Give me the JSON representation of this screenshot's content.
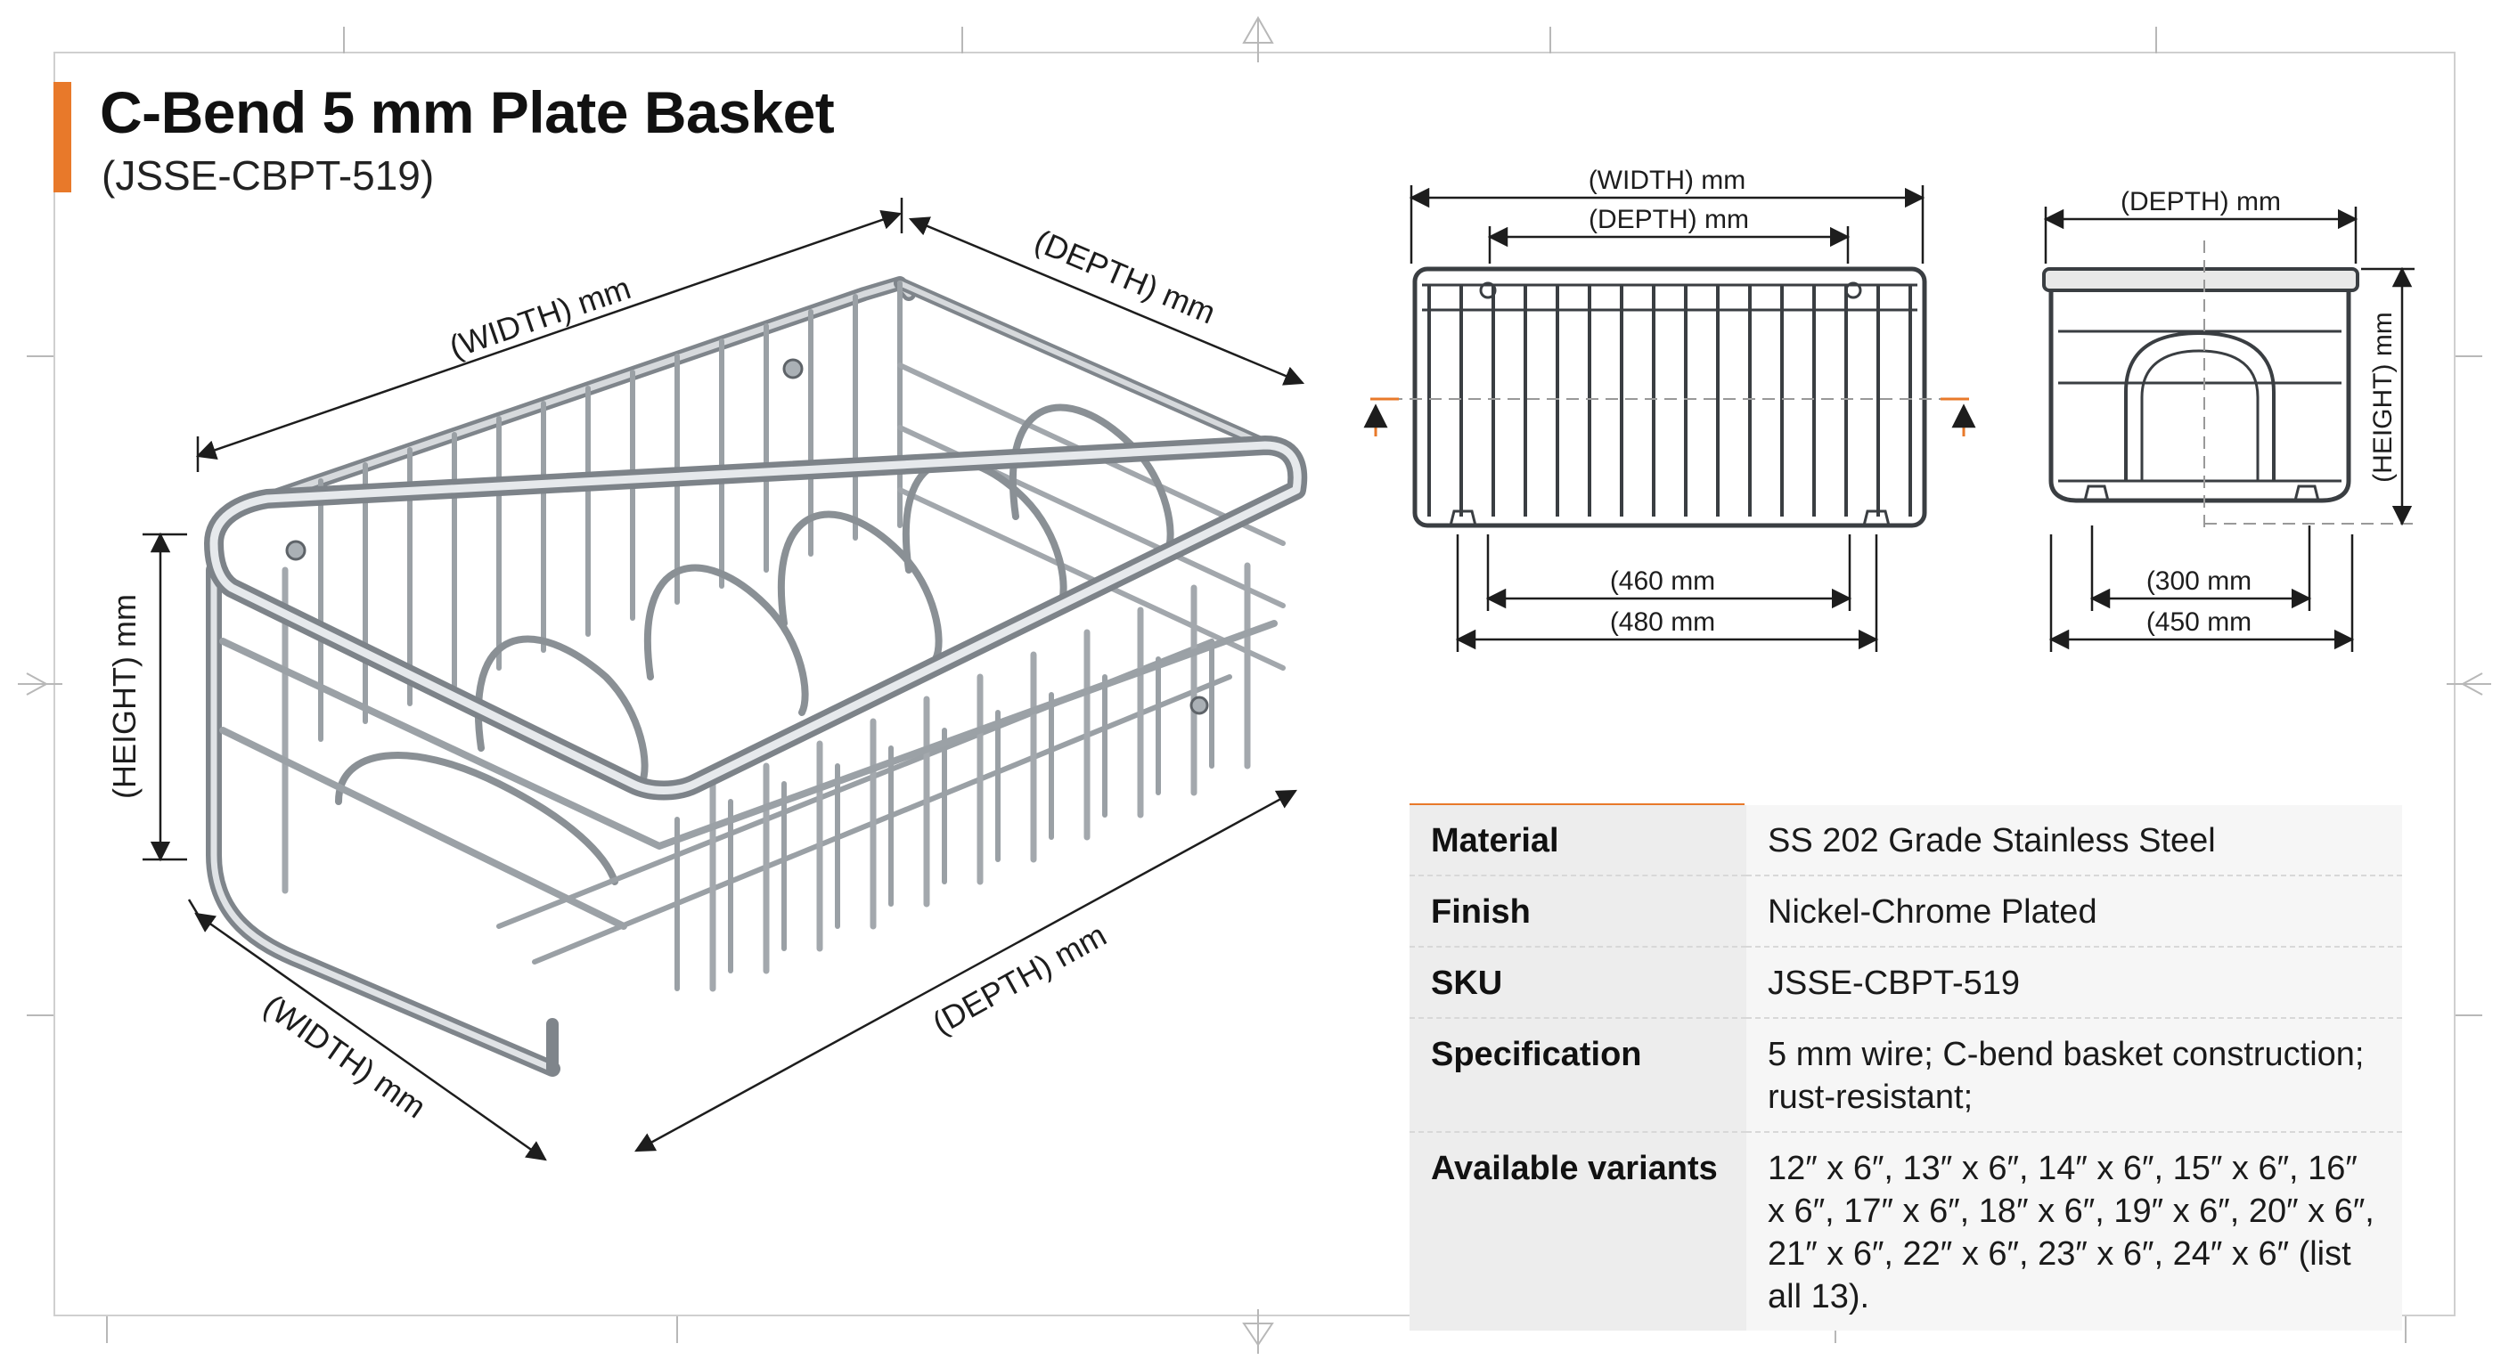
{
  "header": {
    "title": "C-Bend 5 mm Plate Basket",
    "subtitle": "(JSSE-CBPT-519)"
  },
  "iso_view": {
    "width_top": "(WIDTH) mm",
    "depth_top": "(DEPTH) mm",
    "height": "(HEIGHT) mm",
    "width_bottom": "(WIDTH) mm",
    "depth_bottom": "(DEPTH) mm"
  },
  "front_view": {
    "width_label": "(WIDTH) mm",
    "depth_label": "(DEPTH) mm",
    "dim_inner": "(460 mm",
    "dim_outer": "(480 mm"
  },
  "side_view": {
    "depth_label": "(DEPTH) mm",
    "height_label": "(HEIGHT) mm",
    "dim_inner": "(300 mm",
    "dim_outer": "(450 mm"
  },
  "specs": [
    {
      "key": "Material",
      "value": "SS 202 Grade Stainless Steel"
    },
    {
      "key": "Finish",
      "value": "Nickel-Chrome Plated"
    },
    {
      "key": "SKU",
      "value": "JSSE-CBPT-519"
    },
    {
      "key": "Specification",
      "value": "5 mm wire; C-bend basket construction; rust-resistant;"
    },
    {
      "key": "Available variants",
      "value": "12″ x 6″, 13″ x 6″, 14″ x 6″, 15″ x 6″, 16″ x 6″, 17″ x 6″, 18″ x 6″, 19″ x 6″, 20″ x 6″, 21″ x 6″, 22″ x 6″, 23″ x 6″, 24″ x 6″ (list all 13)."
    }
  ],
  "colors": {
    "accent": "#e8792a",
    "steel": "#8f9499",
    "frame_line": "#cfcfcf"
  }
}
